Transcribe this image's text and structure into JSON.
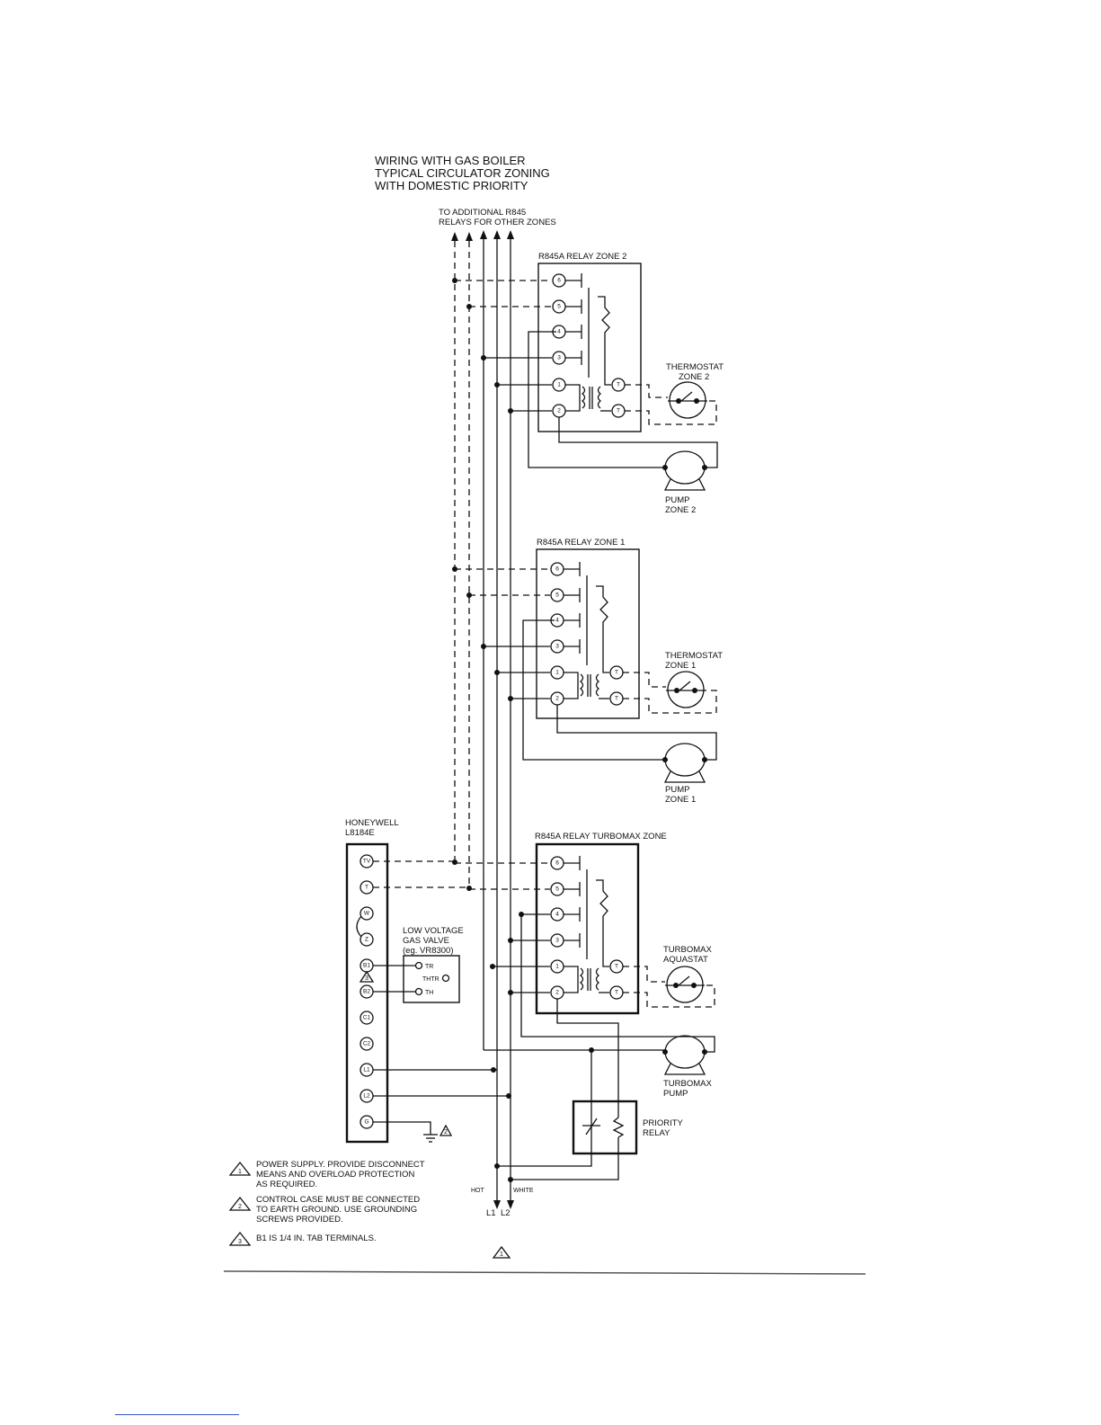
{
  "title_lines": [
    "WIRING WITH GAS BOILER",
    "TYPICAL CIRCULATOR ZONING",
    "WITH DOMESTIC PRIORITY"
  ],
  "top_note_lines": [
    "TO ADDITIONAL R845",
    "RELAYS FOR OTHER ZONES"
  ],
  "relays": {
    "zone2": "R845A RELAY  ZONE 2",
    "zone1": "R845A RELAY  ZONE 1",
    "turbomax": "R845A RELAY TURBOMAX ZONE"
  },
  "thermostat_zone2": [
    "THERMOSTAT",
    "ZONE 2"
  ],
  "thermostat_zone1": [
    "THERMOSTAT",
    "ZONE 1"
  ],
  "aquastat": [
    "TURBOMAX",
    "AQUASTAT"
  ],
  "pump_zone2": [
    "PUMP",
    "ZONE 2"
  ],
  "pump_zone1": [
    "PUMP",
    "ZONE 1"
  ],
  "pump_turbomax": [
    "TURBOMAX",
    "PUMP"
  ],
  "priority_relay": [
    "PRIORITY",
    "RELAY"
  ],
  "controller": [
    "HONEYWELL",
    "L8184E"
  ],
  "gas_valve": [
    "LOW VOLTAGE",
    "GAS VALVE",
    "(eg. VR8300)"
  ],
  "gas_valve_terminals": [
    "TR",
    "THTR",
    "TH"
  ],
  "controller_terminals": [
    "TV",
    "T",
    "W",
    "Z",
    "B1",
    "B2",
    "C1",
    "C2",
    "L1",
    "L2",
    "G"
  ],
  "relay_terminals": [
    "6",
    "5",
    "4",
    "3",
    "1",
    "2"
  ],
  "relay_t_terminal": "T",
  "supply": {
    "hot": "HOT",
    "white": "WHITE",
    "l1": "L1",
    "l2": "L2"
  },
  "notes": [
    {
      "num": "1",
      "lines": [
        "POWER SUPPLY. PROVIDE DISCONNECT",
        "MEANS AND OVERLOAD PROTECTION",
        "AS REQUIRED."
      ]
    },
    {
      "num": "2",
      "lines": [
        "CONTROL CASE MUST BE CONNECTED",
        "TO EARTH GROUND. USE GROUNDING",
        "SCREWS PROVIDED."
      ]
    },
    {
      "num": "3",
      "lines": [
        "B1 IS 1/4 IN. TAB TERMINALS."
      ]
    }
  ],
  "marker_b1": "3",
  "marker_ground": "2",
  "marker_supply": "1"
}
